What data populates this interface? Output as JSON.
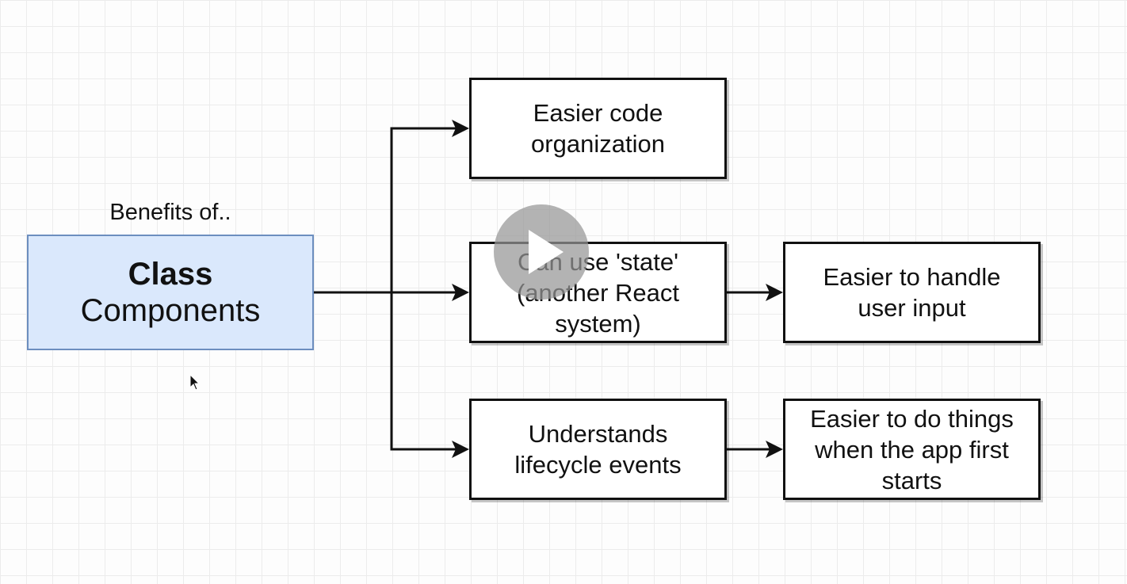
{
  "diagram": {
    "caption": "Benefits of..",
    "main": {
      "title": "Class",
      "subtitle": "Components"
    },
    "boxes": {
      "organization": "Easier code\norganization",
      "state": "Can use 'state'\n(another React\nsystem)",
      "lifecycle": "Understands\nlifecycle events",
      "input": "Easier to handle\nuser input",
      "first_starts": "Easier to do things\nwhen the app first\nstarts"
    }
  },
  "player": {
    "icon": "play-icon"
  },
  "colors": {
    "main_fill": "#dae8fc",
    "main_border": "#6c8ebf",
    "line": "#111111",
    "grid": "#ececec"
  }
}
